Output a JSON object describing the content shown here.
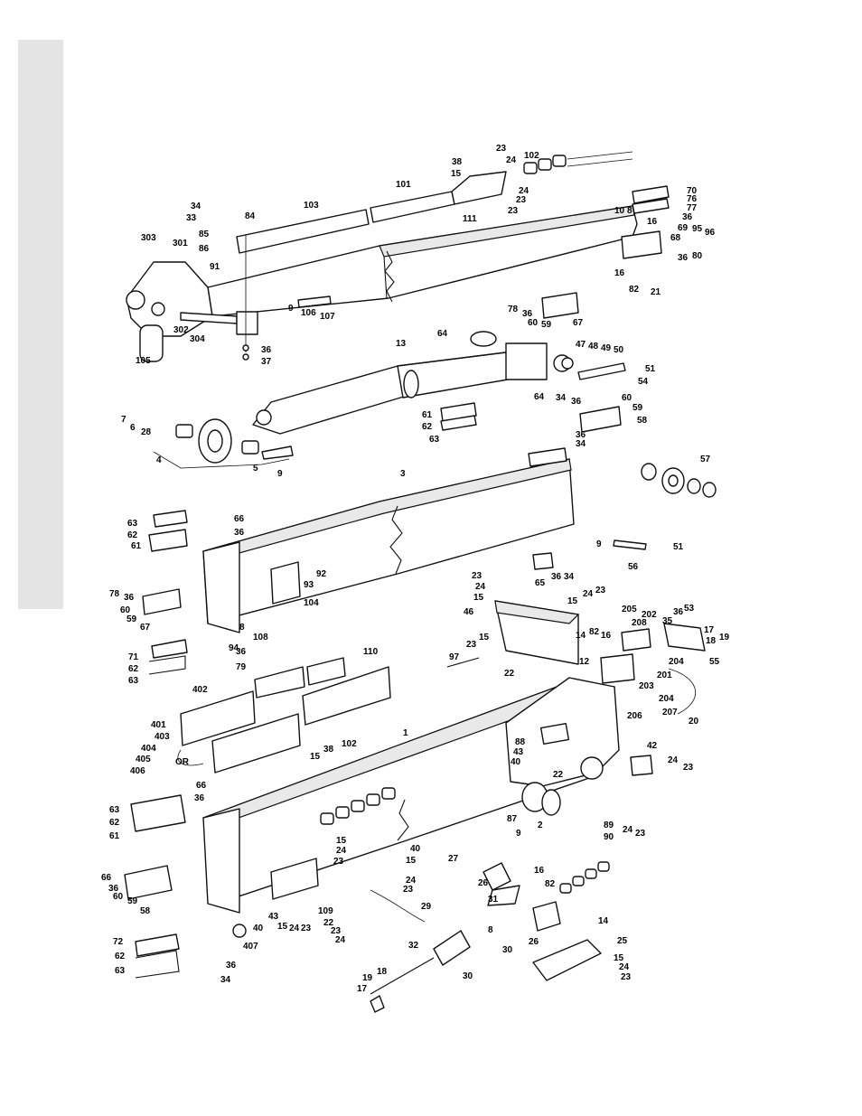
{
  "callouts": [
    "23",
    "38",
    "24",
    "102",
    "15",
    "24",
    "23",
    "70",
    "76",
    "77",
    "101",
    "103",
    "34",
    "84",
    "33",
    "10",
    "8",
    "16",
    "36",
    "69",
    "95",
    "96",
    "111",
    "23",
    "85",
    "68",
    "303",
    "301",
    "86",
    "36",
    "80",
    "91",
    "16",
    "82",
    "21",
    "9",
    "106",
    "107",
    "78",
    "36",
    "60",
    "59",
    "67",
    "302",
    "304",
    "105",
    "36",
    "37",
    "64",
    "13",
    "47",
    "48",
    "49",
    "50",
    "51",
    "54",
    "64",
    "34",
    "36",
    "60",
    "59",
    "58",
    "7",
    "6",
    "28",
    "61",
    "62",
    "63",
    "36",
    "34",
    "4",
    "5",
    "9",
    "3",
    "57",
    "66",
    "36",
    "63",
    "62",
    "61",
    "9",
    "51",
    "56",
    "92",
    "65",
    "36",
    "34",
    "93",
    "104",
    "23",
    "24",
    "15",
    "78",
    "36",
    "60",
    "59",
    "67",
    "8",
    "108",
    "94",
    "46",
    "15",
    "24",
    "23",
    "205",
    "202",
    "36",
    "53",
    "35",
    "17",
    "19",
    "18",
    "55",
    "208",
    "14",
    "82",
    "16",
    "71",
    "62",
    "63",
    "36",
    "79",
    "97",
    "23",
    "15",
    "204",
    "12",
    "22",
    "201",
    "203",
    "204",
    "206",
    "207",
    "20",
    "110",
    "402",
    "401",
    "403",
    "404",
    "405",
    "406",
    "OR",
    "1",
    "88",
    "43",
    "40",
    "42",
    "24",
    "23",
    "22",
    "38",
    "102",
    "15",
    "66",
    "36",
    "89",
    "90",
    "24",
    "23",
    "87",
    "9",
    "2",
    "63",
    "62",
    "61",
    "15",
    "24",
    "23",
    "40",
    "15",
    "24",
    "23",
    "27",
    "16",
    "82",
    "26",
    "31",
    "14",
    "66",
    "36",
    "59",
    "60",
    "58",
    "109",
    "22",
    "23",
    "24",
    "29",
    "8",
    "30",
    "40",
    "43",
    "15",
    "24",
    "23",
    "72",
    "407",
    "62",
    "63",
    "36",
    "34",
    "32",
    "18",
    "19",
    "17",
    "30",
    "25",
    "15",
    "24",
    "23",
    "26"
  ]
}
